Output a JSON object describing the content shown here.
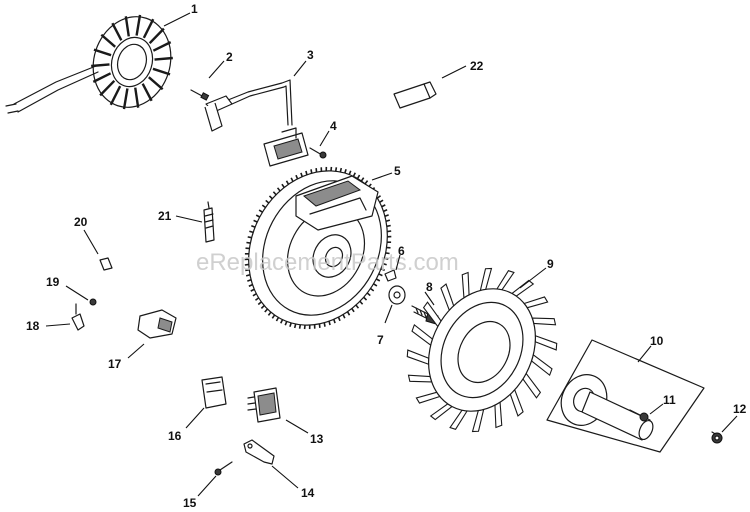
{
  "watermark": "eReplacementParts.com",
  "colors": {
    "line": "#1a1a1a",
    "shade": "#8c8c8c",
    "watermark": "#c8c8c8"
  },
  "callouts": {
    "c1": "1",
    "c2": "2",
    "c3": "3",
    "c4": "4",
    "c5": "5",
    "c6": "6",
    "c7": "7",
    "c8": "8",
    "c9": "9",
    "c10": "10",
    "c11": "11",
    "c12": "12",
    "c13": "13",
    "c14": "14",
    "c15": "15",
    "c16": "16",
    "c17": "17",
    "c18": "18",
    "c19": "19",
    "c20": "20",
    "c21": "21",
    "c22": "22"
  }
}
